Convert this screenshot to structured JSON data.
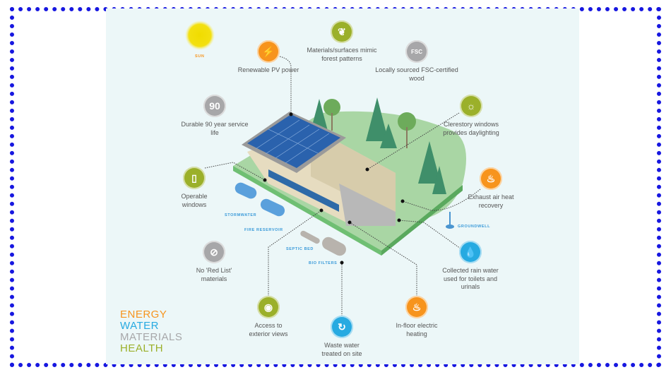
{
  "sun_label": "SUN",
  "features": [
    {
      "id": "pv",
      "label": "Renewable PV power",
      "icon": "lightning-icon",
      "color": "#f7941d"
    },
    {
      "id": "forest",
      "label": "Materials/surfaces mimic forest patterns",
      "icon": "leaf-icon",
      "color": "#9bb02a"
    },
    {
      "id": "fsc",
      "label": "Locally sourced FSC-certified wood",
      "icon": "fsc-tree-icon",
      "color": "#a7a7a9",
      "icon_text": "FSC"
    },
    {
      "id": "durable",
      "label": "Durable 90 year service life",
      "icon": "ninety-cycle-icon",
      "color": "#a7a7a9",
      "icon_text": "90"
    },
    {
      "id": "clerestory",
      "label": "Clerestory windows provides daylighting",
      "icon": "sun-burst-icon",
      "color": "#9bb02a"
    },
    {
      "id": "windows",
      "label": "Operable windows",
      "icon": "window-icon",
      "color": "#9bb02a"
    },
    {
      "id": "exhaust",
      "label": "Exhaust air heat recovery",
      "icon": "heat-recovery-icon",
      "color": "#f7941d"
    },
    {
      "id": "redlist",
      "label": "No 'Red List' materials",
      "icon": "no-chemicals-icon",
      "color": "#a7a7a9"
    },
    {
      "id": "rain",
      "label": "Collected rain water used for toilets and urinals",
      "icon": "toilet-drop-icon",
      "color": "#27aae1"
    },
    {
      "id": "views",
      "label": "Access to exterior views",
      "icon": "eye-icon",
      "color": "#9bb02a"
    },
    {
      "id": "waste",
      "label": "Waste water treated on site",
      "icon": "water-cycle-icon",
      "color": "#27aae1"
    },
    {
      "id": "heating",
      "label": "In-floor electric heating",
      "icon": "floor-heat-icon",
      "color": "#f7941d"
    }
  ],
  "tags": {
    "stormwater": "STORMWATER",
    "fire": "FIRE RESERVOIR",
    "groundwell": "GROUNDWELL",
    "septic": "SEPTIC BED",
    "bio": "BIO FILTERS"
  },
  "legend": [
    {
      "label": "ENERGY",
      "color": "#f7941d"
    },
    {
      "label": "WATER",
      "color": "#27aae1"
    },
    {
      "label": "MATERIALS",
      "color": "#a7a7a9"
    },
    {
      "label": "HEALTH",
      "color": "#9bb02a"
    }
  ]
}
